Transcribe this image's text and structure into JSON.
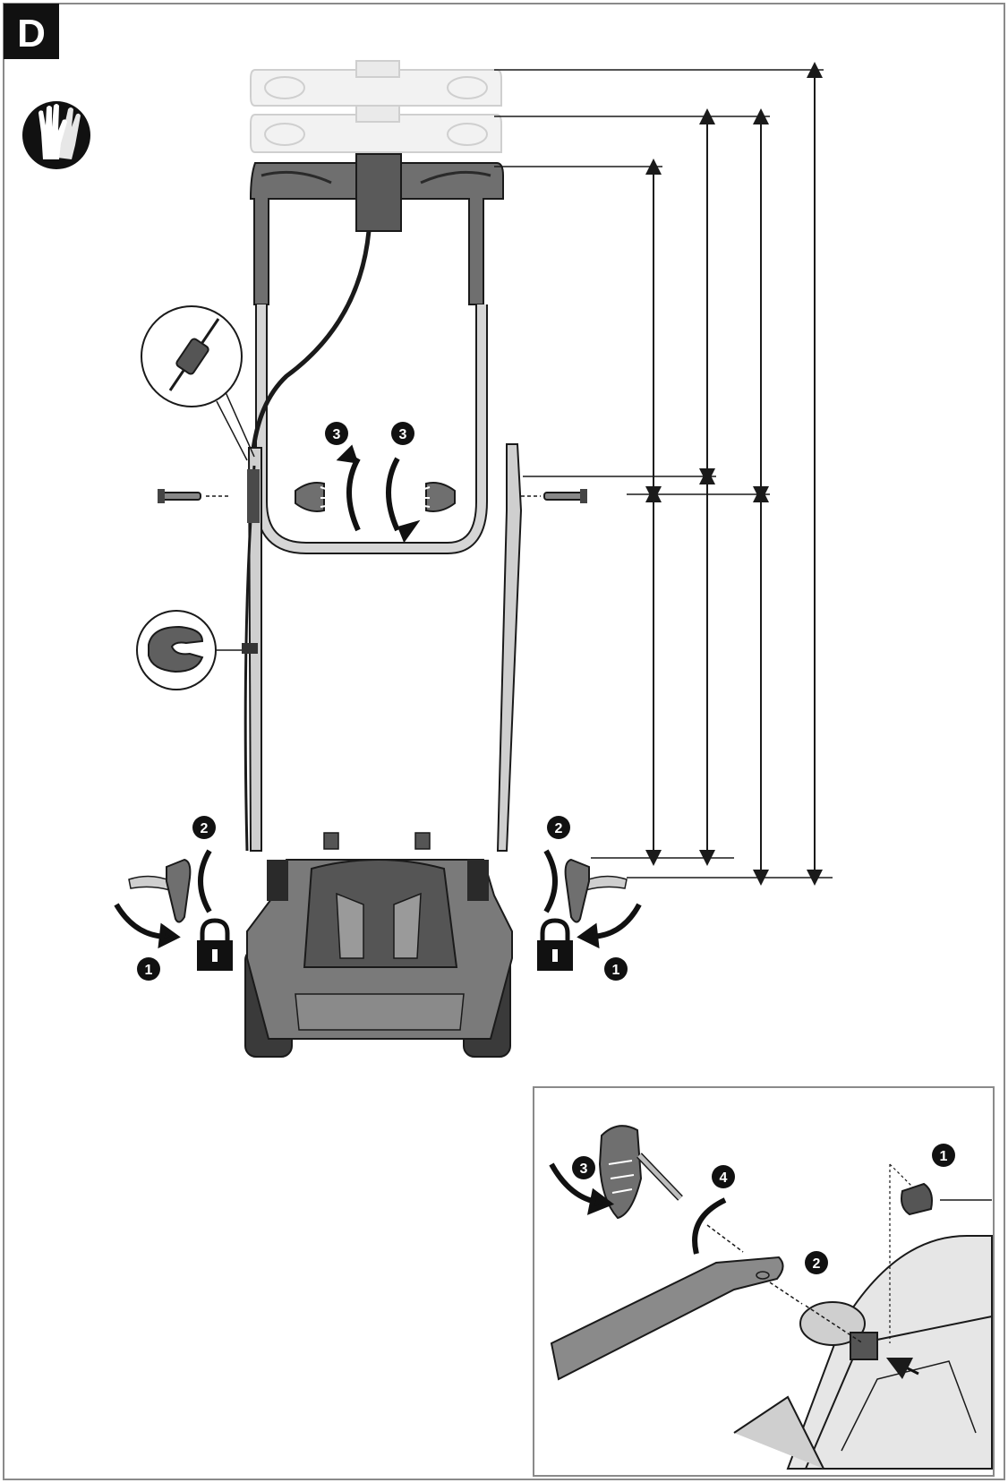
{
  "figure": {
    "section_label": "D",
    "icons": [
      "gloves-icon",
      "lock-icon",
      "connector-icon",
      "cable-clip-icon",
      "knob-icon",
      "bolt-icon"
    ]
  },
  "steps": {
    "s1": "1",
    "s2": "2",
    "s3": "3",
    "s4": "4"
  },
  "inset": {
    "steps": [
      "1",
      "2",
      "3",
      "4"
    ]
  },
  "colors": {
    "ink": "#1a1a1a",
    "body": "#6f6f6f",
    "body_light": "#bdbdbd",
    "ghost": "#d9d9d9",
    "frame": "#8a8a8a"
  }
}
